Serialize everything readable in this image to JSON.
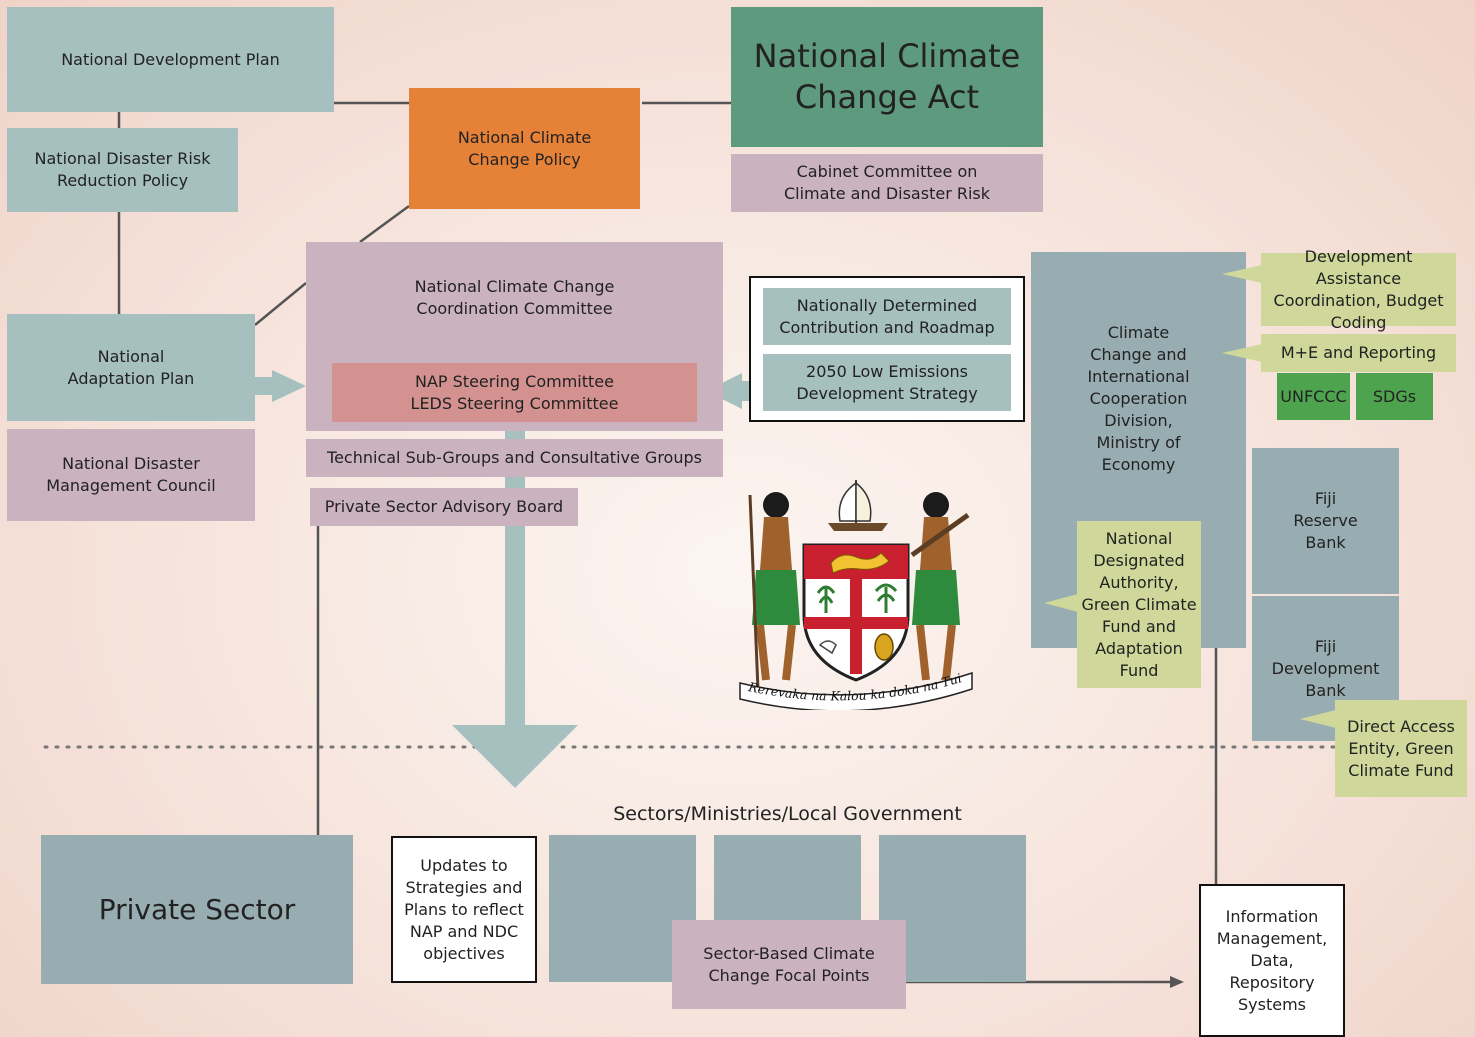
{
  "boxes": {
    "national_development_plan": "National Development Plan",
    "disaster_risk_reduction_policy": "National Disaster Risk\nReduction Policy",
    "national_adaptation_plan": "National\nAdaptation Plan",
    "disaster_management_council": "National Disaster\nManagement Council",
    "climate_change_policy": "National Climate\nChange Policy",
    "climate_change_act": "National Climate\nChange Act",
    "cabinet_committee": "Cabinet Committee on\nClimate and Disaster Risk",
    "coordination_committee": "National Climate Change\nCoordination Committee",
    "steering_committees": "NAP Steering Committee\nLEDS Steering Committee",
    "technical_subgroups": "Technical Sub-Groups and Consultative Groups",
    "private_sector_advisory": "Private Sector Advisory Board",
    "ndc_roadmap": "Nationally Determined\nContribution and Roadmap",
    "low_emissions_strategy": "2050 Low Emissions\nDevelopment Strategy",
    "climate_division": "Climate\nChange and\nInternational\nCooperation\nDivision,\nMinistry of\nEconomy",
    "development_assistance": "Development Assistance\nCoordination, Budget\nCoding",
    "me_reporting": "M+E and Reporting",
    "unfccc": "UNFCCC",
    "sdgs": "SDGs",
    "nda_gcf": "National\nDesignated\nAuthority,\nGreen Climate\nFund and\nAdaptation\nFund",
    "reserve_bank": "Fiji\nReserve\nBank",
    "development_bank": "Fiji\nDevelopment\nBank",
    "direct_access": "Direct Access\nEntity, Green\nClimate Fund",
    "sectors_label": "Sectors/Ministries/Local Government",
    "private_sector": "Private Sector",
    "updates": "Updates to\nStrategies and\nPlans to reflect\nNAP and NDC\nobjectives",
    "focal_points": "Sector-Based Climate\nChange Focal Points",
    "information_management": "Information\nManagement,\nData,\nRepository\nSystems"
  },
  "emblem": {
    "motto": "Rerevaka na Kalou ka doka na Tui"
  }
}
